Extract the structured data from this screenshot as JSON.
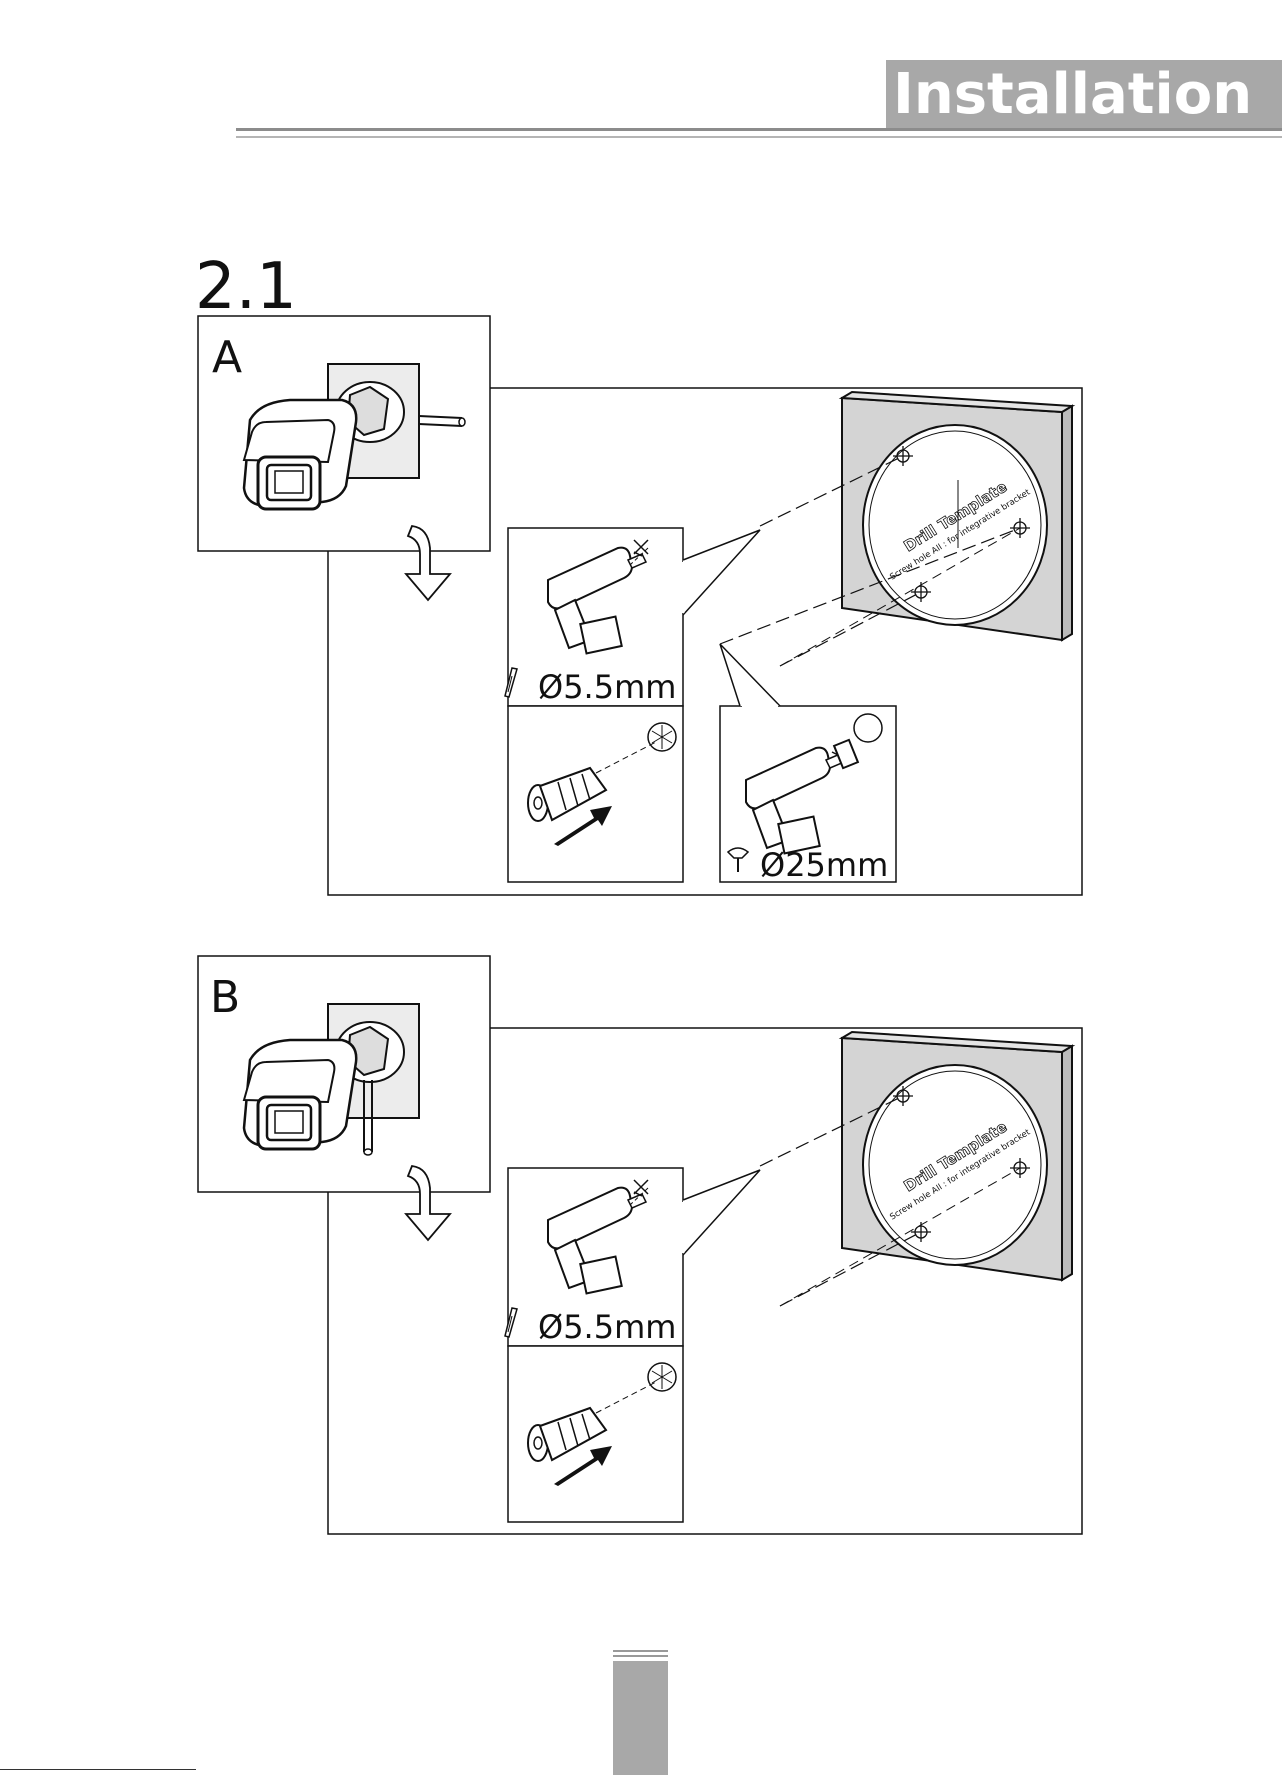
{
  "header": {
    "title": "Installation"
  },
  "section": {
    "number": "2.1"
  },
  "panels": [
    {
      "letter": "A",
      "drill_diameter": "Ø5.5mm",
      "hole_saw_diameter": "Ø25mm",
      "template_title": "Drill Template",
      "template_subtitle": "Screw hole All : for integrative bracket"
    },
    {
      "letter": "B",
      "drill_diameter": "Ø5.5mm",
      "template_title": "Drill Template",
      "template_subtitle": "Screw hole All : for integrative bracket"
    }
  ],
  "icons": [
    "camera-icon",
    "drill-icon",
    "drill-bit-icon",
    "wall-anchor-icon",
    "hole-saw-icon",
    "arrow-down-icon"
  ]
}
